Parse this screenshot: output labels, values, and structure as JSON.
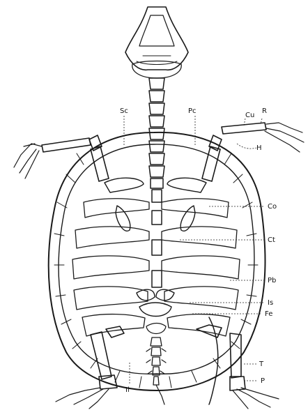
{
  "labels": {
    "sc": "Sc",
    "pc": "Pc",
    "cu": "Cu",
    "r": "R",
    "h": "H",
    "co": "Co",
    "ct": "Ct",
    "pb": "Pb",
    "is": "Is",
    "fe": "Fe",
    "t": "T",
    "p": "P",
    "il": "Il"
  }
}
